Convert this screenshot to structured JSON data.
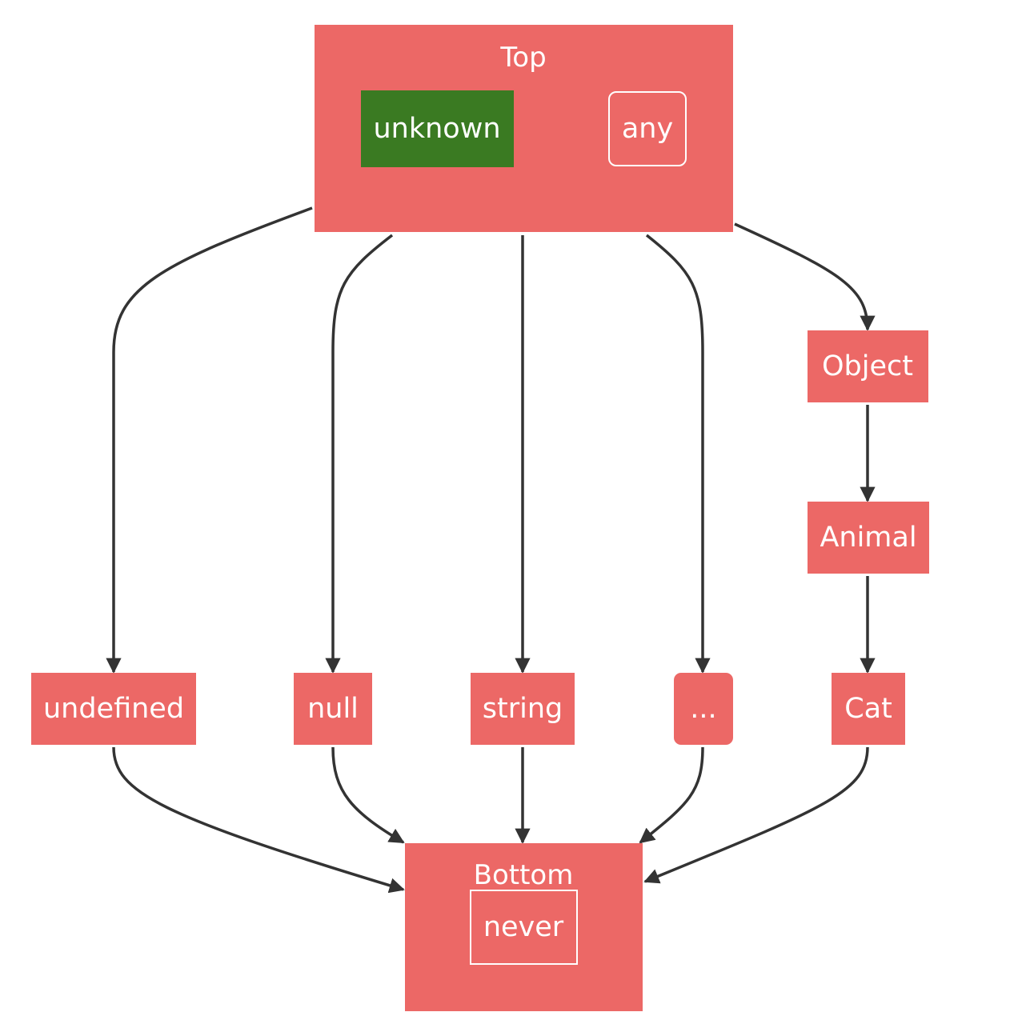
{
  "colors": {
    "node_fill": "#ec6866",
    "highlight_fill": "#3a7a22",
    "edge": "#333333",
    "text": "#ffffff",
    "background": "#ffffff"
  },
  "groups": {
    "top": "Top",
    "bottom": "Bottom"
  },
  "nodes": {
    "unknown": "unknown",
    "any": "any",
    "undefined": "undefined",
    "null": "null",
    "string": "string",
    "ellipsis": "...",
    "object": "Object",
    "animal": "Animal",
    "cat": "Cat",
    "never": "never"
  }
}
